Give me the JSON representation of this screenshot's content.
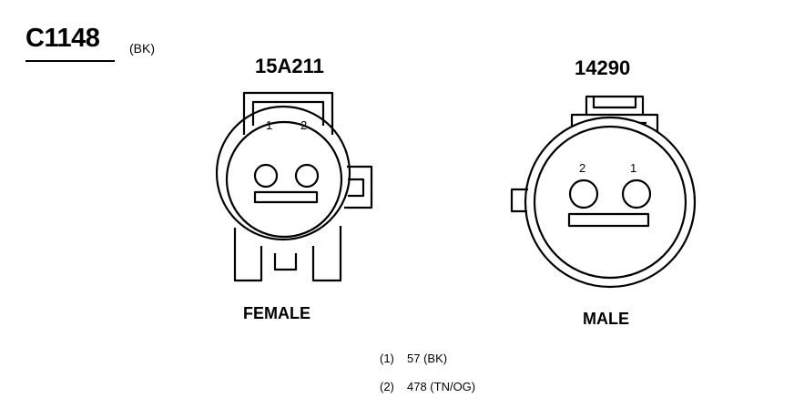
{
  "connector": {
    "id": "C1148",
    "color": "(BK)"
  },
  "female": {
    "part_number": "15A211",
    "label": "FEMALE",
    "pins": [
      "1",
      "2"
    ]
  },
  "male": {
    "part_number": "14290",
    "label": "MALE",
    "pins": [
      "2",
      "1"
    ]
  },
  "legend": [
    {
      "pin": "(1)",
      "wire": "57 (BK)"
    },
    {
      "pin": "(2)",
      "wire": "478 (TN/OG)"
    }
  ]
}
